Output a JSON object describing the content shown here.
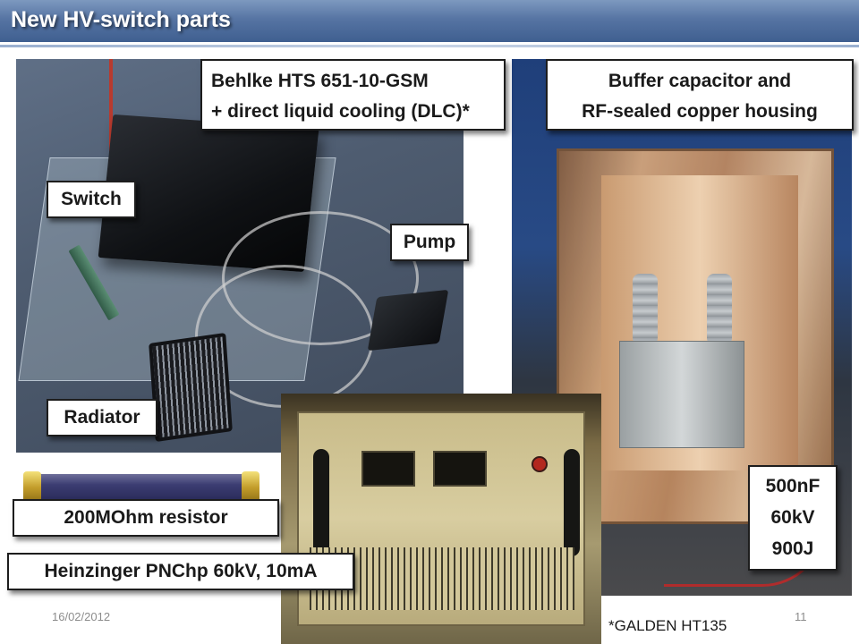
{
  "slide": {
    "title": "New HV-switch parts",
    "footer_date": "16/02/2012",
    "page_number": "11",
    "footnote": "*GALDEN HT135"
  },
  "labels": {
    "behlke_line1": "Behlke HTS 651-10-GSM",
    "behlke_line2": "+ direct liquid cooling (DLC)*",
    "buffer_line1": "Buffer capacitor and",
    "buffer_line2": "RF-sealed copper housing",
    "switch": "Switch",
    "pump": "Pump",
    "radiator": "Radiator",
    "resistor": "200MOhm resistor",
    "heinzinger": "Heinzinger PNChp 60kV, 10mA",
    "cap_capacitance": "500nF",
    "cap_voltage": "60kV",
    "cap_energy": "900J"
  },
  "colors": {
    "title_bar": "#4f6d9c",
    "title_text": "#ffffff",
    "label_border": "#1d1d1d",
    "footer_text": "#8c8c8c"
  }
}
